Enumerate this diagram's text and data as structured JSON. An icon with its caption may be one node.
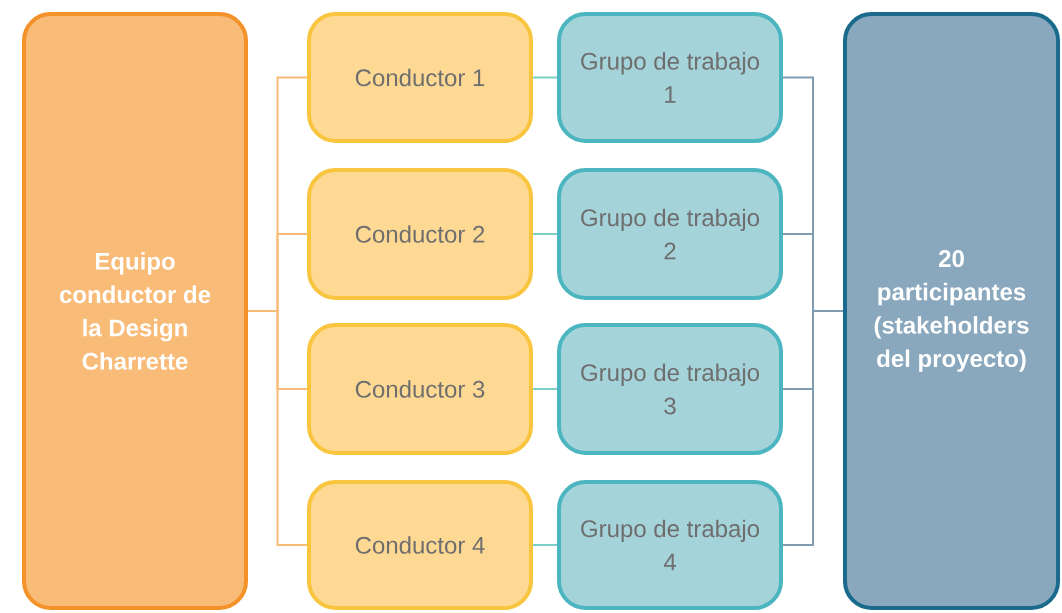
{
  "diagram": {
    "nodes": [
      {
        "text": [
          "Equipo conductor de la Design Charrette"
        ]
      },
      {
        "text": [
          "Conductor 1"
        ]
      },
      {
        "text": [
          "Grupo de trabajo 1"
        ]
      },
      {
        "text": [
          "Conductor 2"
        ]
      },
      {
        "text": [
          "Grupo de trabajo 2"
        ]
      },
      {
        "text": [
          "Conductor 3"
        ]
      },
      {
        "text": [
          "Grupo de trabajo 3"
        ]
      },
      {
        "text": [
          "Conductor 4"
        ]
      },
      {
        "text": [
          "Grupo de trabajo 4"
        ]
      },
      {
        "text": [
          "20 participantes (stakeholders del proyecto)"
        ]
      }
    ],
    "edges": [
      {
        "from": 0,
        "to": 1,
        "arrow": "none",
        "color": "#f9bb78"
      },
      {
        "from": 0,
        "to": 3,
        "arrow": "none",
        "color": "#f9bb78"
      },
      {
        "from": 0,
        "to": 5,
        "arrow": "none",
        "color": "#f9bb78"
      },
      {
        "from": 0,
        "to": 7,
        "arrow": "none",
        "color": "#f9bb78"
      },
      {
        "from": 1,
        "to": 2,
        "arrow": "none",
        "color": "#7ccfc4"
      },
      {
        "from": 3,
        "to": 4,
        "arrow": "none",
        "color": "#7ccfc4"
      },
      {
        "from": 5,
        "to": 6,
        "arrow": "none",
        "color": "#7ccfc4"
      },
      {
        "from": 7,
        "to": 8,
        "arrow": "none",
        "color": "#7ccfc4"
      },
      {
        "from": 2,
        "to": 9,
        "arrow": "none",
        "color": "#7f9cb0"
      },
      {
        "from": 4,
        "to": 9,
        "arrow": "none",
        "color": "#7f9cb0"
      },
      {
        "from": 6,
        "to": 9,
        "arrow": "none",
        "color": "#7f9cb0"
      },
      {
        "from": 8,
        "to": 9,
        "arrow": "none",
        "color": "#7f9cb0"
      }
    ]
  }
}
